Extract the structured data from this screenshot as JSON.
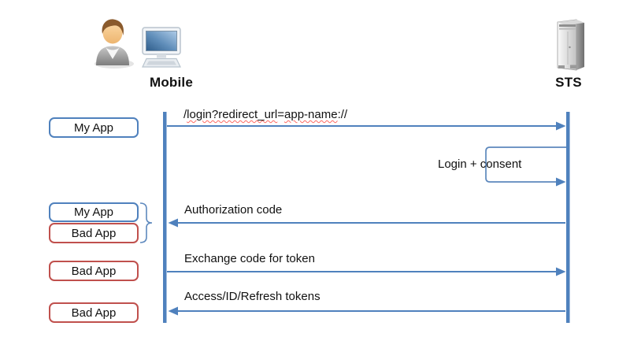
{
  "diagram": {
    "actors": {
      "mobile": {
        "label": "Mobile",
        "icons": [
          "user-icon",
          "computer-icon"
        ]
      },
      "sts": {
        "label": "STS",
        "icons": [
          "server-icon"
        ]
      }
    },
    "boxes": [
      {
        "label": "My App",
        "style": "blue"
      },
      {
        "label": "My App",
        "style": "blue"
      },
      {
        "label": "Bad App",
        "style": "red"
      },
      {
        "label": "Bad App",
        "style": "red"
      },
      {
        "label": "Bad App",
        "style": "red"
      }
    ],
    "messages": [
      {
        "text": "/login?redirect_url=app-name://",
        "direction": "mobile-to-sts",
        "parts": {
          "slash": "/",
          "seg1": "login?redirect_url",
          "eq": "=",
          "seg2": "app-name",
          "suffix": "://"
        }
      },
      {
        "text": "Login + consent",
        "direction": "sts-self-loop"
      },
      {
        "text": "Authorization code",
        "direction": "sts-to-mobile"
      },
      {
        "text": "Exchange code for token",
        "direction": "mobile-to-sts"
      },
      {
        "text": "Access/ID/Refresh tokens",
        "direction": "sts-to-mobile"
      }
    ],
    "colors": {
      "accent_blue": "#4f81bd",
      "accent_red": "#c0504d",
      "spellcheck_underline": "#ff6961",
      "text": "#111111",
      "background": "#ffffff"
    }
  }
}
